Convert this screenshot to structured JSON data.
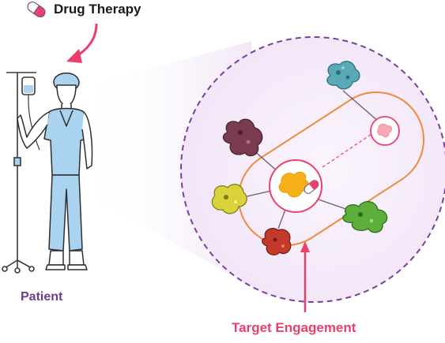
{
  "labels": {
    "drug_therapy": "Drug Therapy",
    "patient": "Patient",
    "target_engagement": "Target Engagement"
  },
  "icons": {
    "drug": "pill-capsule-icon",
    "patient": "patient-with-iv-drip",
    "proteins": [
      "teal-protein",
      "maroon-protein",
      "yellow-protein",
      "red-protein",
      "green-protein",
      "pink-target-protein",
      "orange-drug-target-complex"
    ]
  },
  "colors": {
    "drug_label": "#1a1a1a",
    "patient_label": "#6b3f8c",
    "target_label": "#ec3e6a",
    "arrow_pink": "#ec3e6a",
    "circle_dashed": "#7b3fa0",
    "circle_fill": "#f4eaf8",
    "capsule_outline": "#f08a3c",
    "target_ring": "#ef3f6f",
    "scrub_blue": "#a9d3ef"
  }
}
